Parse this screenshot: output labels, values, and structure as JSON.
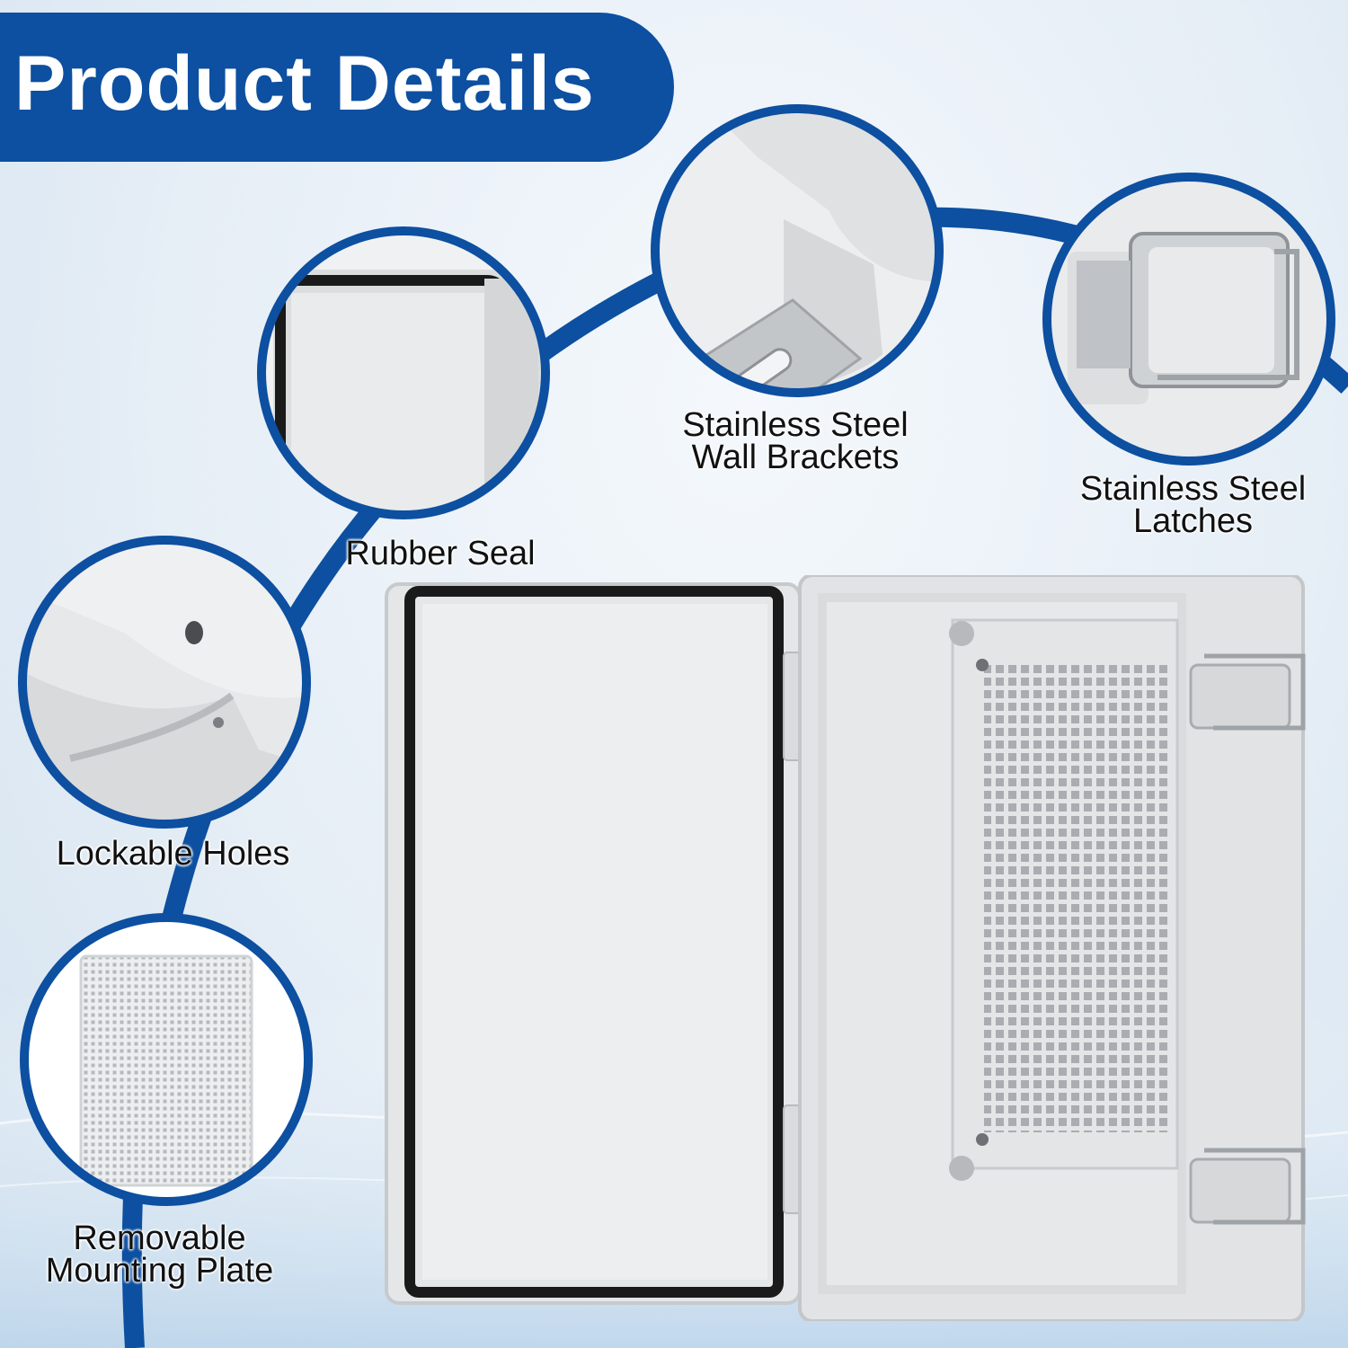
{
  "header": {
    "title": "Product Details"
  },
  "features": [
    {
      "id": "rubber-seal",
      "label": "Rubber Seal"
    },
    {
      "id": "wall-brackets",
      "label_line1": "Stainless Steel",
      "label_line2": "Wall Brackets"
    },
    {
      "id": "latches",
      "label_line1": "Stainless Steel",
      "label_line2": "Latches"
    },
    {
      "id": "lockable-holes",
      "label": "Lockable Holes"
    },
    {
      "id": "mounting-plate",
      "label_line1": "Removable",
      "label_line2": "Mounting Plate"
    }
  ],
  "colors": {
    "brand_blue": "#0d4fa0",
    "enclosure_grey": "#e4e6e7",
    "gasket": "#1a1a1a",
    "steel": "#c9ccd0"
  }
}
